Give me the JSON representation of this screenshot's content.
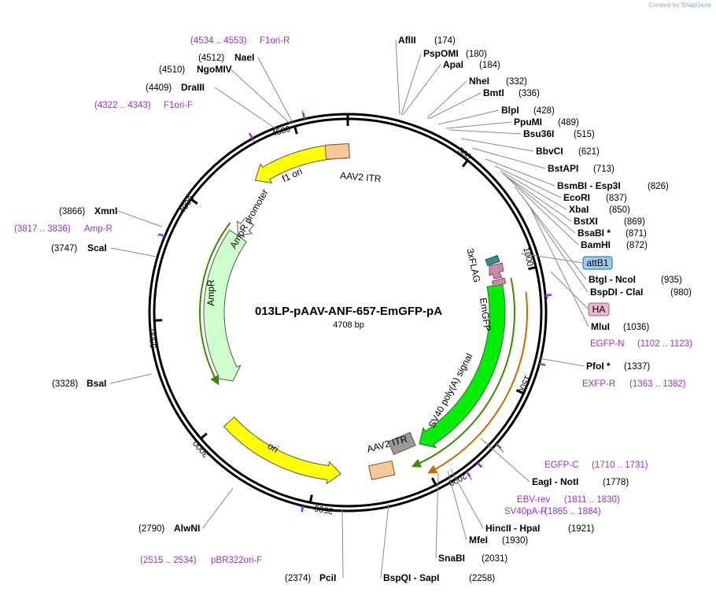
{
  "app": {
    "watermark_prefix": "Created by",
    "watermark_brand": "SnapGene"
  },
  "plasmid": {
    "name": "013LP-pAAV-ANF-657-EmGFP-pA",
    "length": 4708,
    "length_label": "4708 bp"
  },
  "ticks": [
    "500",
    "1000",
    "1500",
    "2000",
    "2500",
    "3000",
    "3500",
    "4000",
    "4500"
  ],
  "features": [
    {
      "name": "f1 ori",
      "color": "#ffff00",
      "start": 4250,
      "end": 4702,
      "strand": -1
    },
    {
      "name": "AAV2 ITR",
      "color": "#f8c697",
      "start": 4596,
      "end": 4708,
      "strand": 0
    },
    {
      "name": "AmpR promoter",
      "color": "#ffffff",
      "start": 3988,
      "end": 4092,
      "strand": -1
    },
    {
      "name": "AmpR",
      "color": "#ccffcc",
      "start": 3128,
      "end": 3988,
      "strand": -1
    },
    {
      "name": "ori",
      "color": "#ffff00",
      "start": 2386,
      "end": 2974,
      "strand": -1
    },
    {
      "name": "AAV2 ITR",
      "color": "#f8c697",
      "start": 2138,
      "end": 2250,
      "strand": 0
    },
    {
      "name": "SV40 poly(A) signal",
      "color": "#999999",
      "start": 2010,
      "end": 2112,
      "strand": 0
    },
    {
      "name": "EmGFP",
      "color": "#00ee00",
      "start": 1040,
      "end": 1980,
      "strand": 1
    },
    {
      "name": "3xFLAG",
      "color": "#3a8c8c",
      "start": 945,
      "end": 1010,
      "strand": 0
    }
  ],
  "boxed_labels": [
    {
      "name": "attB1",
      "fill": "#99ccee",
      "border": "#2a6a9a"
    },
    {
      "name": "HA",
      "fill": "#e8b8cc",
      "border": "#a0607a"
    }
  ],
  "sites": [
    {
      "name": "AflII",
      "pos": "(174)"
    },
    {
      "name": "PspOMI",
      "pos": "(180)"
    },
    {
      "name": "ApaI",
      "pos": "(184)"
    },
    {
      "name": "NheI",
      "pos": "(332)"
    },
    {
      "name": "BmtI",
      "pos": "(336)"
    },
    {
      "name": "BlpI",
      "pos": "(428)"
    },
    {
      "name": "PpuMI",
      "pos": "(489)"
    },
    {
      "name": "Bsu36I",
      "pos": "(515)"
    },
    {
      "name": "BbvCI",
      "pos": "(621)"
    },
    {
      "name": "BstAPI",
      "pos": "(713)"
    },
    {
      "name": "BsmBI - Esp3I",
      "pos": "(826)"
    },
    {
      "name": "EcoRI",
      "pos": "(837)"
    },
    {
      "name": "XbaI",
      "pos": "(850)"
    },
    {
      "name": "BstXI",
      "pos": "(869)"
    },
    {
      "name": "BsaBI *",
      "pos": "(871)"
    },
    {
      "name": "BamHI",
      "pos": "(872)"
    },
    {
      "name": "BtgI - NcoI",
      "pos": "(935)"
    },
    {
      "name": "BspDI - ClaI",
      "pos": "(980)"
    },
    {
      "name": "MluI",
      "pos": "(1036)"
    },
    {
      "name": "PfoI *",
      "pos": "(1337)"
    },
    {
      "name": "EagI - NotI",
      "pos": "(1778)"
    },
    {
      "name": "HincII - HpaI",
      "pos": "(1921)"
    },
    {
      "name": "MfeI",
      "pos": "(1930)"
    },
    {
      "name": "SnaBI",
      "pos": "(2031)"
    },
    {
      "name": "BspQI - SapI",
      "pos": "(2258)"
    },
    {
      "name": "PciI",
      "pos": "(2374)"
    },
    {
      "name": "AlwNI",
      "pos": "(2790)"
    },
    {
      "name": "BsaI",
      "pos": "(3328)"
    },
    {
      "name": "ScaI",
      "pos": "(3747)"
    },
    {
      "name": "XmnI",
      "pos": "(3866)"
    },
    {
      "name": "DraIII",
      "pos": "(4409)"
    },
    {
      "name": "NgoMIV",
      "pos": "(4510)"
    },
    {
      "name": "NaeI",
      "pos": "(4512)"
    }
  ],
  "primers": [
    {
      "name": "F1ori-R",
      "range": "(4534 .. 4553)"
    },
    {
      "name": "F1ori-F",
      "range": "(4322 .. 4343)"
    },
    {
      "name": "Amp-R",
      "range": "(3817 .. 3836)"
    },
    {
      "name": "EGFP-N",
      "range": "(1102 .. 1123)"
    },
    {
      "name": "EXFP-R",
      "range": "(1363 .. 1382)"
    },
    {
      "name": "EGFP-C",
      "range": "(1710 .. 1731)"
    },
    {
      "name": "EBV-rev",
      "range": "(1811 .. 1830)"
    },
    {
      "name": "SV40pA-R",
      "range": "(1865 .. 1884)"
    },
    {
      "name": "pBR322ori-F",
      "range": "(2515 .. 2534)"
    }
  ]
}
